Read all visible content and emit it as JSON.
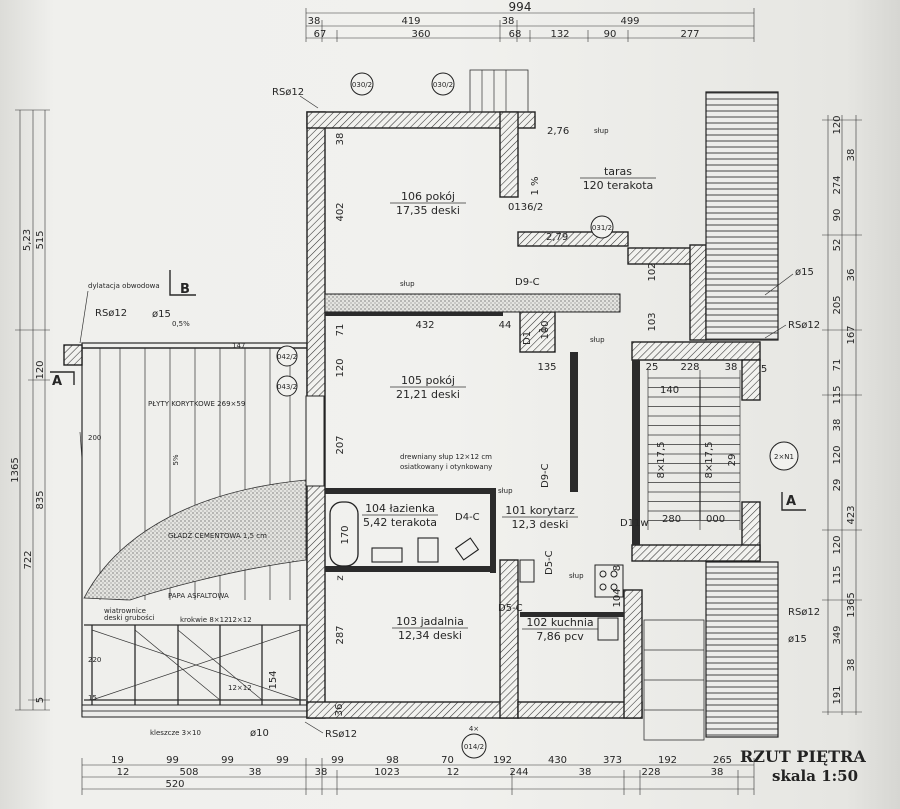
{
  "title": {
    "main": "RZUT PIĘTRA",
    "scale": "skala 1:50"
  },
  "top_dims": {
    "total": "994",
    "row2": [
      "38",
      "419",
      "38",
      "499"
    ],
    "row3": [
      "67",
      "360",
      "68",
      "132",
      "90",
      "277"
    ]
  },
  "bottom_dims": {
    "row1": [
      "19",
      "99",
      "99",
      "99",
      "99",
      "98",
      "70",
      "192",
      "430",
      "373",
      "192",
      "265"
    ],
    "row2": [
      "12",
      "508",
      "38",
      "38",
      "1023",
      "12",
      "244",
      "38",
      "228",
      "38"
    ],
    "row3": [
      "520"
    ]
  },
  "left_dims": [
    "5,23",
    "515",
    "120",
    "1365",
    "722",
    "835",
    "5"
  ],
  "right_dims": [
    "120",
    "38",
    "274",
    "90",
    "52",
    "36",
    "205",
    "167",
    "71",
    "115",
    "38",
    "120",
    "29",
    "423",
    "120",
    "115",
    "1365",
    "349",
    "38",
    "191"
  ],
  "rooms": [
    {
      "num": "106",
      "name": "pokój",
      "area": "17,35",
      "floor": "deski"
    },
    {
      "num": "105",
      "name": "pokój",
      "area": "21,21",
      "floor": "deski"
    },
    {
      "num": "104",
      "name": "łazienka",
      "area": "5,42",
      "floor": "terakota"
    },
    {
      "num": "103",
      "name": "jadalnia",
      "area": "12,34",
      "floor": "deski"
    },
    {
      "num": "102",
      "name": "kuchnia",
      "area": "7,86",
      "floor": "pcv"
    },
    {
      "num": "101",
      "name": "korytarz",
      "area": "12,3",
      "floor": "deski"
    },
    {
      "num": "",
      "name": "taras",
      "area": "120",
      "floor": "terakota"
    }
  ],
  "interior_dims": {
    "r106_h": "402",
    "r106_top": "38",
    "r105_w": "432",
    "r105_right": "44",
    "r105_h1": "71",
    "r105_h2": "120",
    "r105_h3": "207",
    "r104_h": "170",
    "r103_h": "287",
    "d_135": "135",
    "d_102": "102",
    "d_100": "100",
    "d_103": "103",
    "d_25": "25",
    "d_228": "228",
    "d_38": "38",
    "d_5": "5",
    "d_276": "2,76",
    "d_279": "2,79",
    "d_1pct": "1 %",
    "d_140": "140",
    "d_280": "280",
    "d_000": "000",
    "d_104": "104",
    "d_8": "8",
    "d_154": "154",
    "d_36": "36",
    "d_1": "1",
    "d_z": "z"
  },
  "codes": {
    "d9c": "D9-C",
    "d9c_b": "D9-C",
    "d4c": "D4-C",
    "d5c": "D5-C",
    "d5c_b": "D5-C",
    "d11w": "D11w",
    "d1": "D1",
    "d36_2": "0136/2",
    "times4": "4×"
  },
  "tags": [
    "030/2",
    "030/2",
    "031/2",
    "042/2",
    "043/2",
    "014/2",
    "2×N1"
  ],
  "rods": [
    "RSø12",
    "RSø12",
    "RSø12",
    "RSø12",
    "RSø12",
    "ø15",
    "ø15",
    "ø15",
    "ø10"
  ],
  "notes": {
    "slup1": "słup",
    "slup2": "słup",
    "slup3": "słup",
    "slup4": "słup",
    "slup5": "słup",
    "dylatacja": "dylatacja obwodowa",
    "plyty": "PŁYTY KORYTKOWE 269×59",
    "pct05": "0,5%",
    "pct5": "5%",
    "gladz": "GŁADŹ CEMENTOWA 1,5 cm",
    "papa": "PAPA ASFALTOWA",
    "wiatr1": "wiatrownice",
    "wiatr2": "deski grubości",
    "krokwie": "krokwie 8×12",
    "k12": "12×12",
    "k12b": "12×12",
    "kleszcze": "kleszcze 3×10",
    "drew1": "drewniany słup 12×12 cm",
    "drew2": "osiatkowany i otynkowany",
    "n147": "147",
    "n200": "200",
    "n220": "220",
    "n15": "15"
  },
  "stairs": {
    "s1": "8×17,5",
    "s2": "8×17,5",
    "s3": "29"
  },
  "section_marks": {
    "a_left": "A",
    "a_right": "A",
    "b": "B"
  }
}
